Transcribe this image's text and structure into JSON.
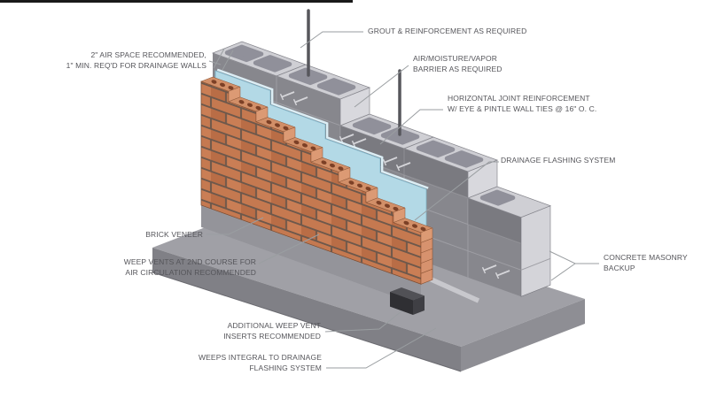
{
  "diagram": {
    "type": "construction-detail",
    "subject": "Brick veneer wall with concrete masonry backup - isometric cutaway",
    "labels": {
      "air_space": "2\" AIR SPACE RECOMMENDED,\n1\" MIN. REQ'D FOR DRAINAGE WALLS",
      "grout": "GROUT & REINFORCEMENT AS REQUIRED",
      "vapor_barrier": "AIR/MOISTURE/VAPOR\nBARRIER AS REQUIRED",
      "joint_reinforcement": "HORIZONTAL JOINT REINFORCEMENT\nW/ EYE & PINTLE WALL TIES @ 16\" O. C.",
      "drainage_flashing": "DRAINAGE FLASHING SYSTEM",
      "cmu_backup": "CONCRETE MASONRY\nBACKUP",
      "brick_veneer": "BRICK VENEER",
      "weep_vents": "WEEP VENTS AT 2ND COURSE FOR\nAIR CIRCULATION RECOMMENDED",
      "additional_weep": "ADDITIONAL WEEP VENT\nINSERTS RECOMMENDED",
      "weeps_integral": "WEEPS INTEGRAL TO DRAINAGE\nFLASHING SYSTEM"
    },
    "colors": {
      "brick": "#c0714c",
      "brick_top": "#d28f68",
      "mortar": "#6e584b",
      "barrier_blue": "#b3d9e6",
      "cmu_face": "#87878d",
      "cmu_light": "#cfcfd4",
      "footing": "#a0a0a6",
      "label_text": "#55555a",
      "leader": "#9a9ea1"
    }
  }
}
